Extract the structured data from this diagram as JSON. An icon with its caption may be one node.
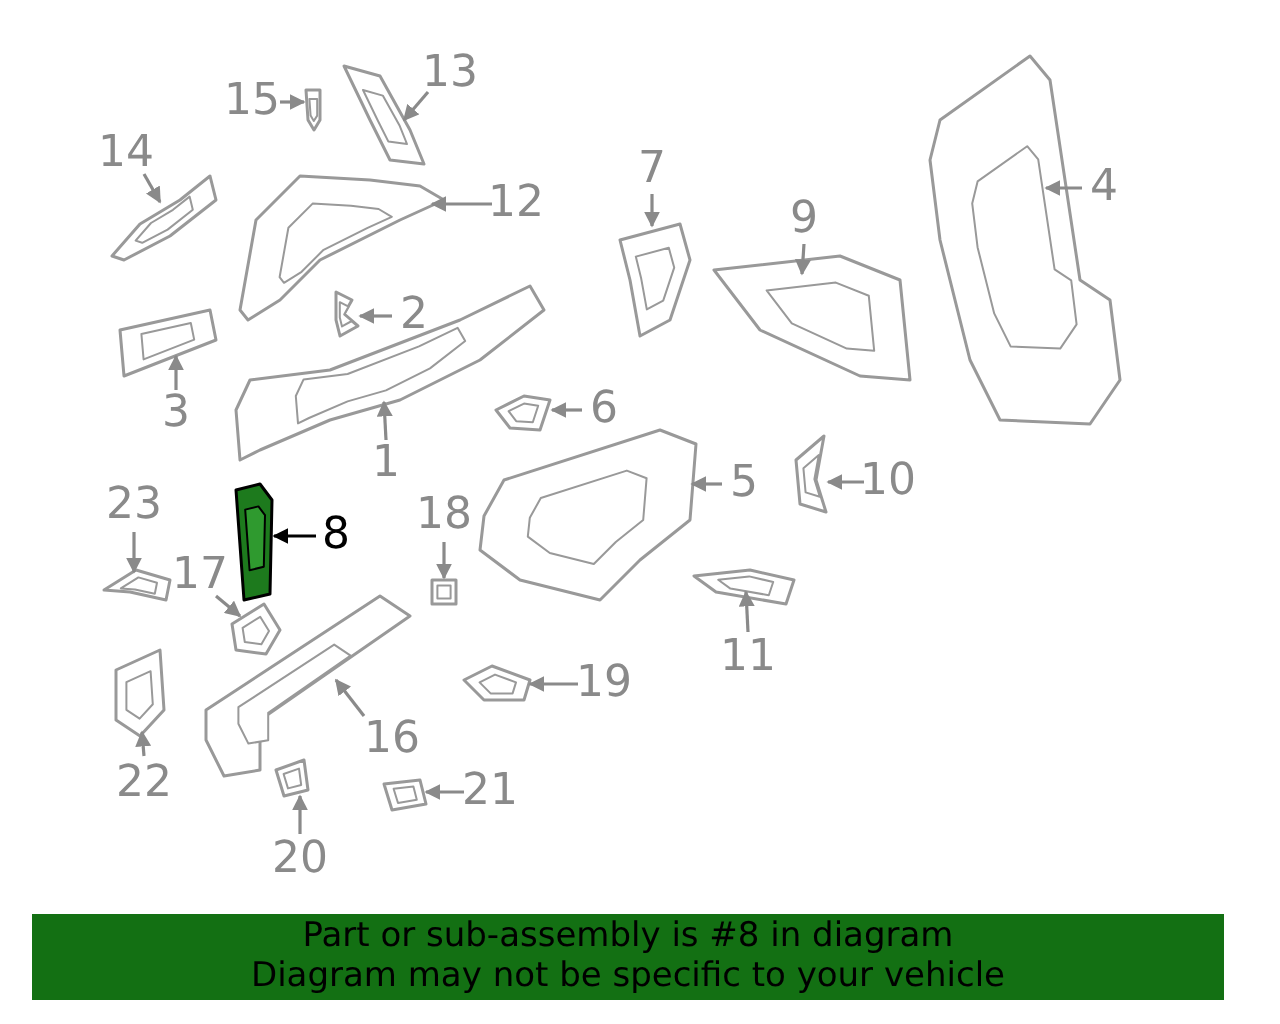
{
  "diagram": {
    "nodes": [
      {
        "text": [
          "1"
        ]
      },
      {
        "text": [
          "2"
        ]
      },
      {
        "text": [
          "3"
        ]
      },
      {
        "text": [
          "4"
        ]
      },
      {
        "text": [
          "5"
        ]
      },
      {
        "text": [
          "6"
        ]
      },
      {
        "text": [
          "7"
        ]
      },
      {
        "text": [
          "8"
        ]
      },
      {
        "text": [
          "9"
        ]
      },
      {
        "text": [
          "10"
        ]
      },
      {
        "text": [
          "11"
        ]
      },
      {
        "text": [
          "12"
        ]
      },
      {
        "text": [
          "13"
        ]
      },
      {
        "text": [
          "14"
        ]
      },
      {
        "text": [
          "15"
        ]
      },
      {
        "text": [
          "16"
        ]
      },
      {
        "text": [
          "17"
        ]
      },
      {
        "text": [
          "18"
        ]
      },
      {
        "text": [
          "19"
        ]
      },
      {
        "text": [
          "20"
        ]
      },
      {
        "text": [
          "21"
        ]
      },
      {
        "text": [
          "22"
        ]
      },
      {
        "text": [
          "23"
        ]
      },
      {
        "text": [],
        "shape": "picture"
      },
      {
        "text": [],
        "shape": "picture"
      },
      {
        "text": [],
        "shape": "picture"
      },
      {
        "text": [],
        "shape": "picture"
      },
      {
        "text": [],
        "shape": "picture"
      },
      {
        "text": [],
        "shape": "picture"
      },
      {
        "text": [],
        "shape": "picture"
      },
      {
        "text": [],
        "shape": "picture"
      },
      {
        "text": [],
        "shape": "picture"
      },
      {
        "text": [],
        "shape": "picture"
      },
      {
        "text": [],
        "shape": "picture"
      },
      {
        "text": [],
        "shape": "picture"
      },
      {
        "text": [],
        "shape": "picture"
      },
      {
        "text": [],
        "shape": "picture"
      },
      {
        "text": [],
        "shape": "picture"
      },
      {
        "text": [],
        "shape": "picture"
      },
      {
        "text": [],
        "shape": "picture"
      },
      {
        "text": [],
        "shape": "picture"
      },
      {
        "text": [],
        "shape": "picture"
      },
      {
        "text": [],
        "shape": "picture"
      },
      {
        "text": [],
        "shape": "picture"
      },
      {
        "text": [],
        "shape": "picture"
      },
      {
        "text": [],
        "shape": "picture"
      }
    ],
    "edges": [
      {
        "from": 0,
        "to": 23,
        "arrow": "to"
      },
      {
        "from": 1,
        "to": 24,
        "arrow": "to"
      },
      {
        "from": 2,
        "to": 25,
        "arrow": "to"
      },
      {
        "from": 3,
        "to": 26,
        "arrow": "to"
      },
      {
        "from": 4,
        "to": 27,
        "arrow": "to"
      },
      {
        "from": 5,
        "to": 28,
        "arrow": "to"
      },
      {
        "from": 6,
        "to": 29,
        "arrow": "to"
      },
      {
        "from": 7,
        "to": 30,
        "arrow": "to",
        "color": "#000000"
      },
      {
        "from": 8,
        "to": 31,
        "arrow": "to"
      },
      {
        "from": 9,
        "to": 32,
        "arrow": "to"
      },
      {
        "from": 10,
        "to": 33,
        "arrow": "to"
      },
      {
        "from": 11,
        "to": 34,
        "arrow": "to"
      },
      {
        "from": 12,
        "to": 35,
        "arrow": "to"
      },
      {
        "from": 13,
        "to": 36,
        "arrow": "to"
      },
      {
        "from": 14,
        "to": 37,
        "arrow": "to"
      },
      {
        "from": 15,
        "to": 38,
        "arrow": "to"
      },
      {
        "from": 16,
        "to": 39,
        "arrow": "to"
      },
      {
        "from": 17,
        "to": 40,
        "arrow": "to"
      },
      {
        "from": 18,
        "to": 41,
        "arrow": "to"
      },
      {
        "from": 19,
        "to": 42,
        "arrow": "to"
      },
      {
        "from": 20,
        "to": 43,
        "arrow": "to"
      },
      {
        "from": 21,
        "to": 44,
        "arrow": "to"
      },
      {
        "from": 22,
        "to": 45,
        "arrow": "to"
      }
    ],
    "labels": [
      "Part or sub-assembly is #8 in diagram",
      "Diagram may not be specific to your vehicle"
    ]
  }
}
